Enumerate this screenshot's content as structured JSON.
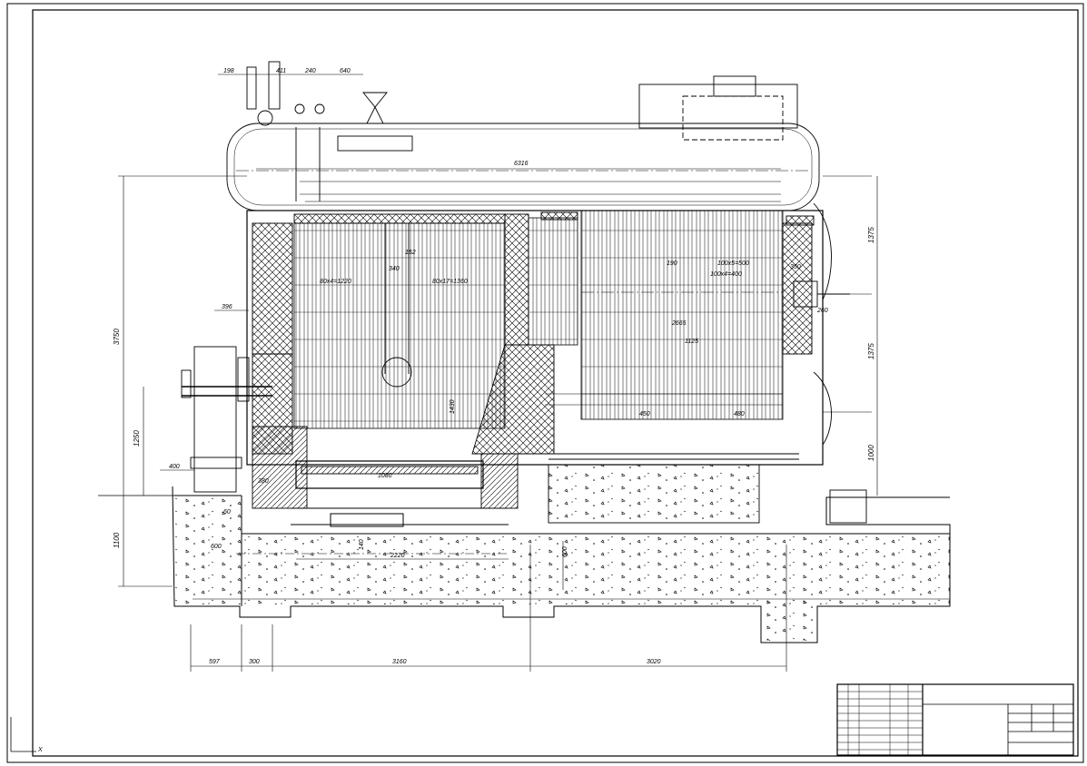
{
  "dimensions": {
    "top": [
      "198",
      "411",
      "240",
      "640"
    ],
    "overall_length": "6316",
    "left_height": "3750",
    "left_1250": "1250",
    "left_1100": "1100",
    "right_upper": "1375",
    "right_middle": "1375",
    "right_lower": "1000",
    "burner_396": "396",
    "burner_400": "400",
    "small_60": "60",
    "base_600": "600",
    "bottom": [
      "597",
      "300",
      "3160",
      "3020"
    ],
    "inner": {
      "tube_left": "80x4=1220",
      "tube_mid": "80x17=1360",
      "d_340": "340",
      "d_152": "152",
      "d_190": "190",
      "d_100x5": "100x5=500",
      "d_100x4": "100x4=400",
      "d_2665": "2665",
      "d_1125": "1125",
      "d_450": "450",
      "d_480": "480",
      "d_1080": "1080",
      "d_2220": "2220",
      "d_600v": "600",
      "d_140": "140",
      "d_1430": "1430",
      "d_380": "380",
      "d_260": "260",
      "d_350": "350"
    }
  },
  "axis_marker": {
    "x_label": "X"
  }
}
